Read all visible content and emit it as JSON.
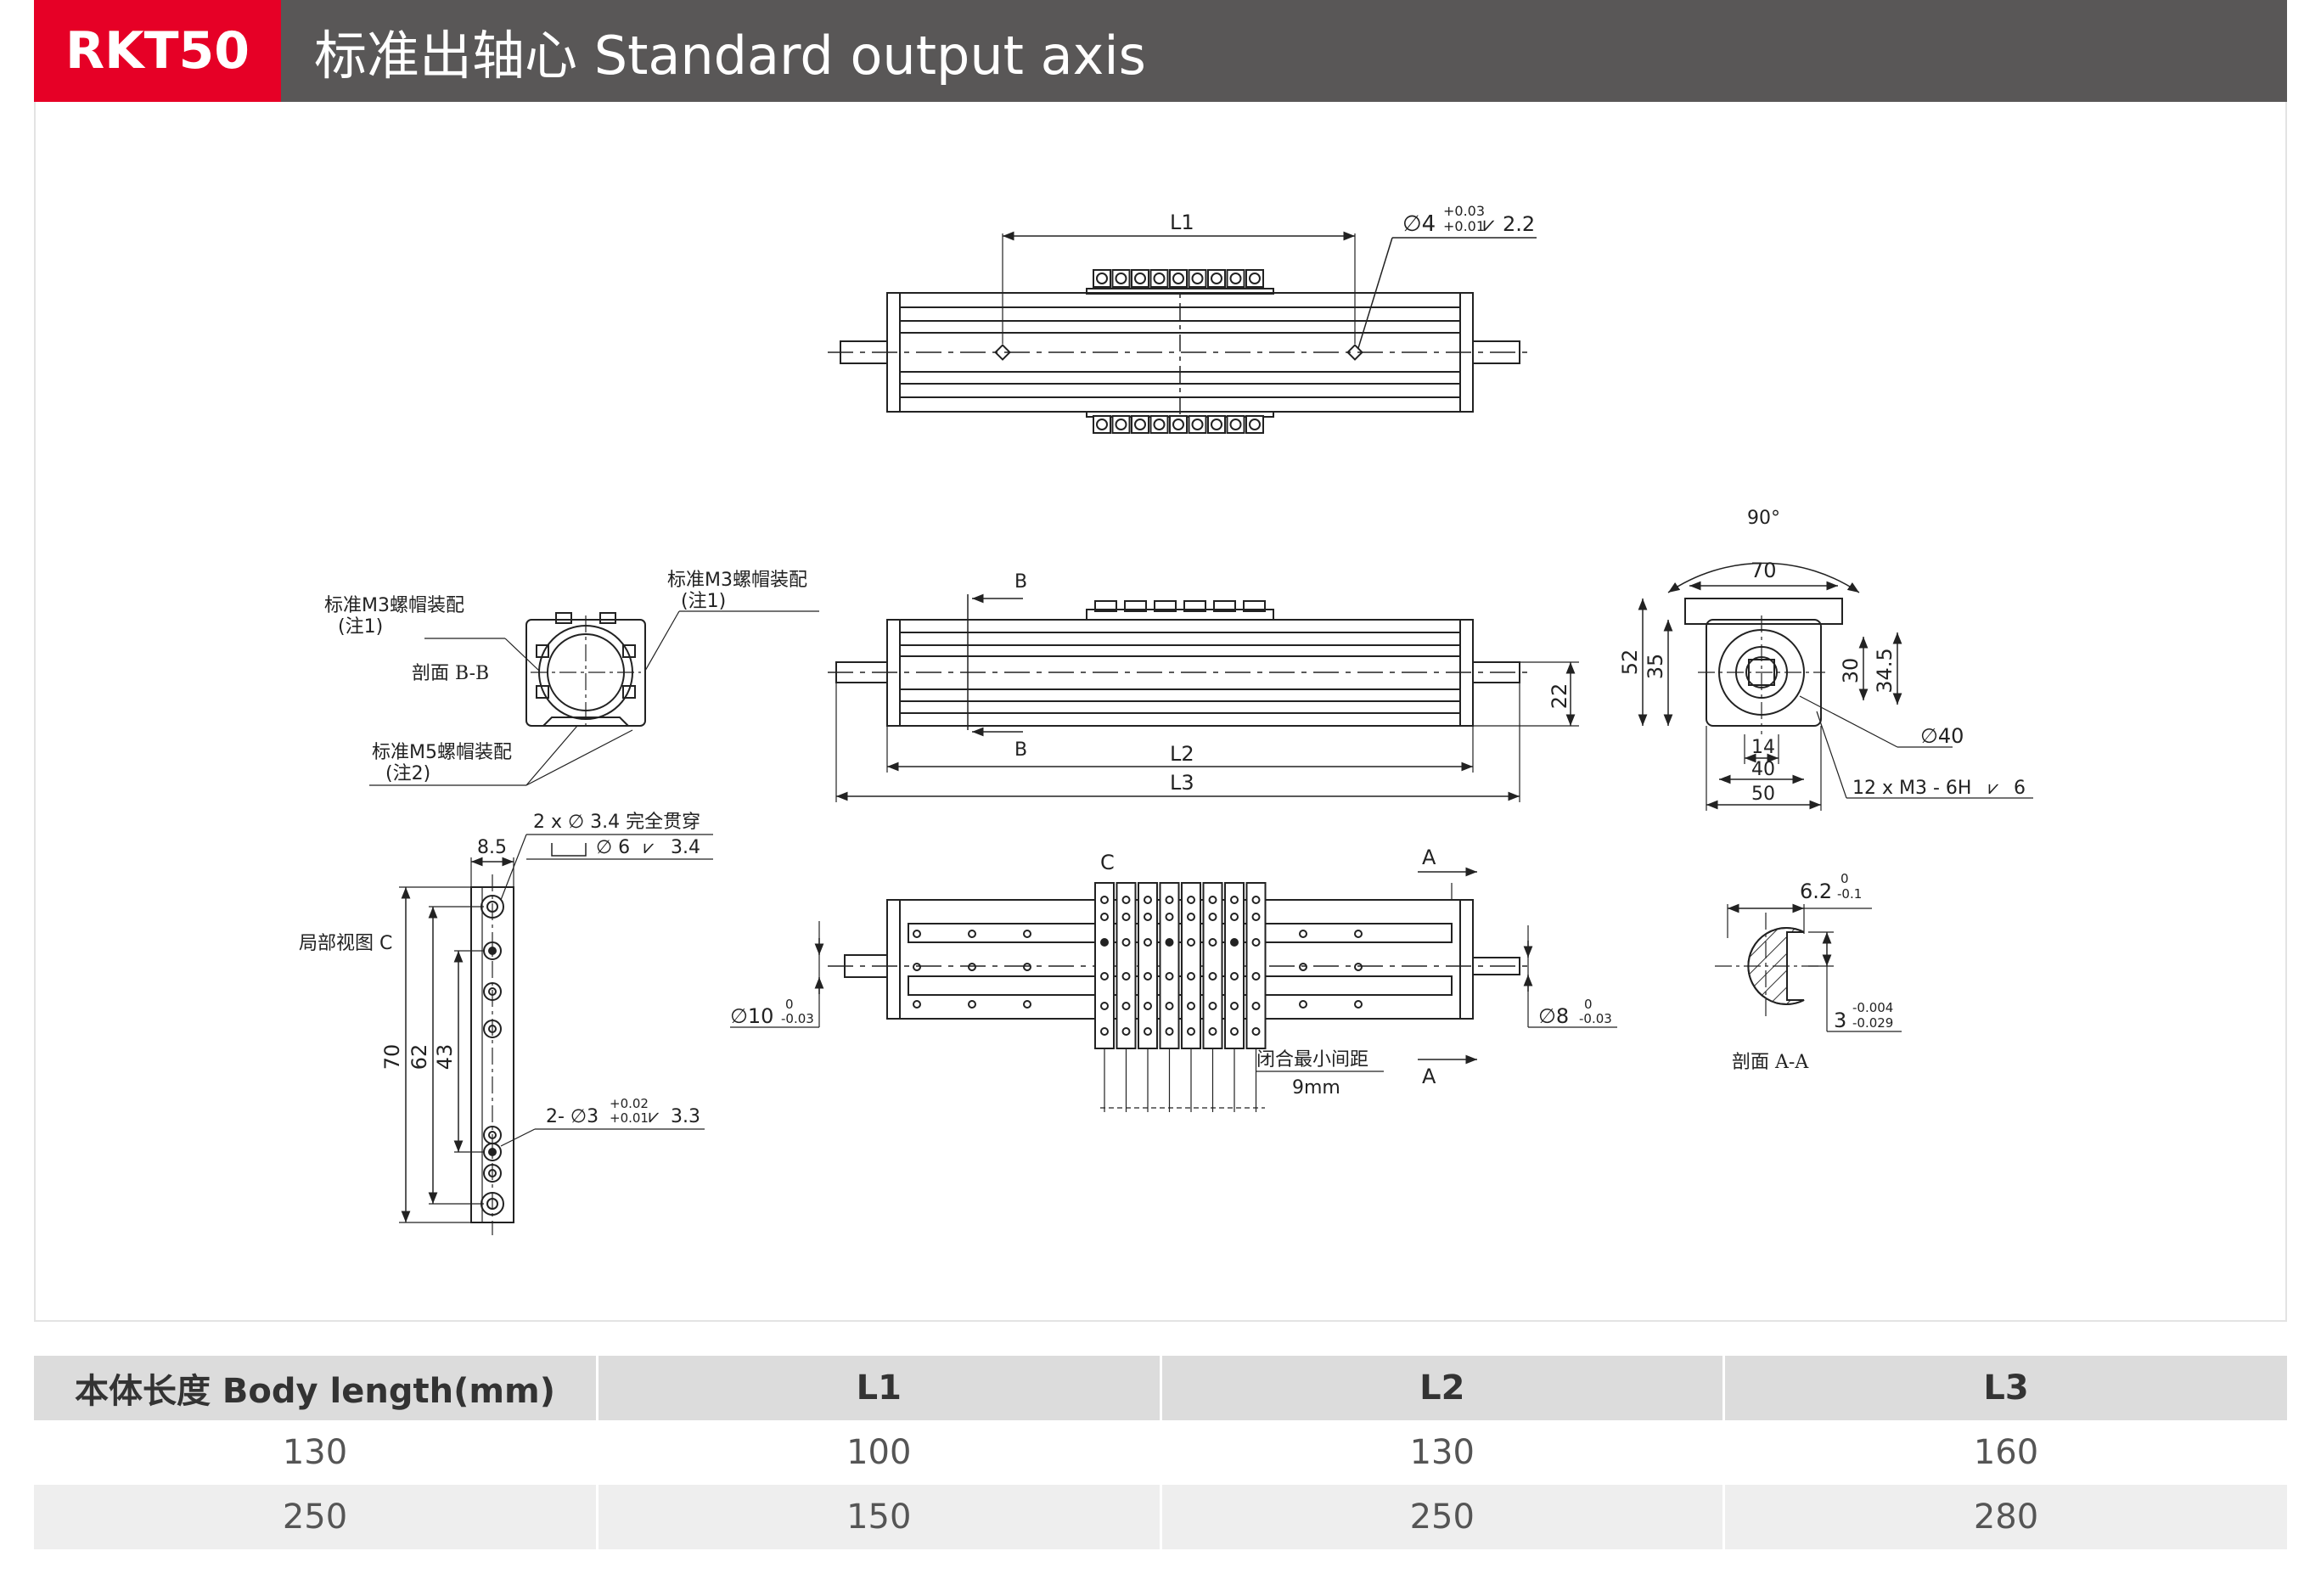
{
  "header": {
    "model": "RKT50",
    "title": "标准出轴心 Standard output axis",
    "accent_color": "#e60026",
    "bar_color": "#595757"
  },
  "drawing": {
    "top_view": {
      "l1": "L1",
      "hole_spec": "∅4",
      "hole_tol_upper": "+0.03",
      "hole_tol_lower": "+0.01",
      "hole_depth": "2.2"
    },
    "front_view": {
      "section_mark_top": "B",
      "section_mark_bottom": "B",
      "l2": "L2",
      "l3": "L3",
      "dim_22": "22"
    },
    "section_bb": {
      "note_m3_left_1": "标准M3螺帽装配",
      "note_m3_left_2": "(注1)",
      "note_m3_right_1": "标准M3螺帽装配",
      "note_m3_right_2": "(注1)",
      "note_m5_1": "标准M5螺帽装配",
      "note_m5_2": "(注2)",
      "label": "剖面 B-B"
    },
    "end_view": {
      "angle": "90°",
      "d70": "70",
      "d52": "52",
      "d35": "35",
      "d30": "30",
      "d34_5": "34.5",
      "d14": "14",
      "d40": "40",
      "d50": "50",
      "dia40": "∅40",
      "thread": "12 x  M3 - 6H",
      "thread_depth": "6"
    },
    "detail_c": {
      "label": "局部视图 C",
      "d8_5": "8.5",
      "hole_1": "2 x  ∅ 3.4 完全贯穿",
      "cbore": "∅ 6",
      "cbore_depth": "3.4",
      "d70": "70",
      "d62": "62",
      "d43": "43",
      "pin_spec": "2- ∅3",
      "pin_tol_upper": "+0.02",
      "pin_tol_lower": "+0.01",
      "pin_depth": "3.3"
    },
    "bottom_view": {
      "view_c": "C",
      "mark_a_top": "A",
      "mark_a_bottom": "A",
      "shaft_left": "∅10",
      "shaft_left_tol_upper": "0",
      "shaft_left_tol_lower": "-0.03",
      "shaft_right": "∅8",
      "shaft_right_tol_upper": "0",
      "shaft_right_tol_lower": "-0.03",
      "min_gap_1": "闭合最小间距",
      "min_gap_2": "9mm"
    },
    "section_aa": {
      "d6_2": "6.2",
      "d6_2_tol_upper": "0",
      "d6_2_tol_lower": "-0.1",
      "d3": "3",
      "d3_tol_upper": "-0.004",
      "d3_tol_lower": "-0.029",
      "label": "剖面 A-A"
    }
  },
  "table": {
    "headers": [
      "本体长度 Body length(mm)",
      "L1",
      "L2",
      "L3"
    ],
    "rows": [
      [
        "130",
        "100",
        "130",
        "160"
      ],
      [
        "250",
        "150",
        "250",
        "280"
      ]
    ]
  }
}
